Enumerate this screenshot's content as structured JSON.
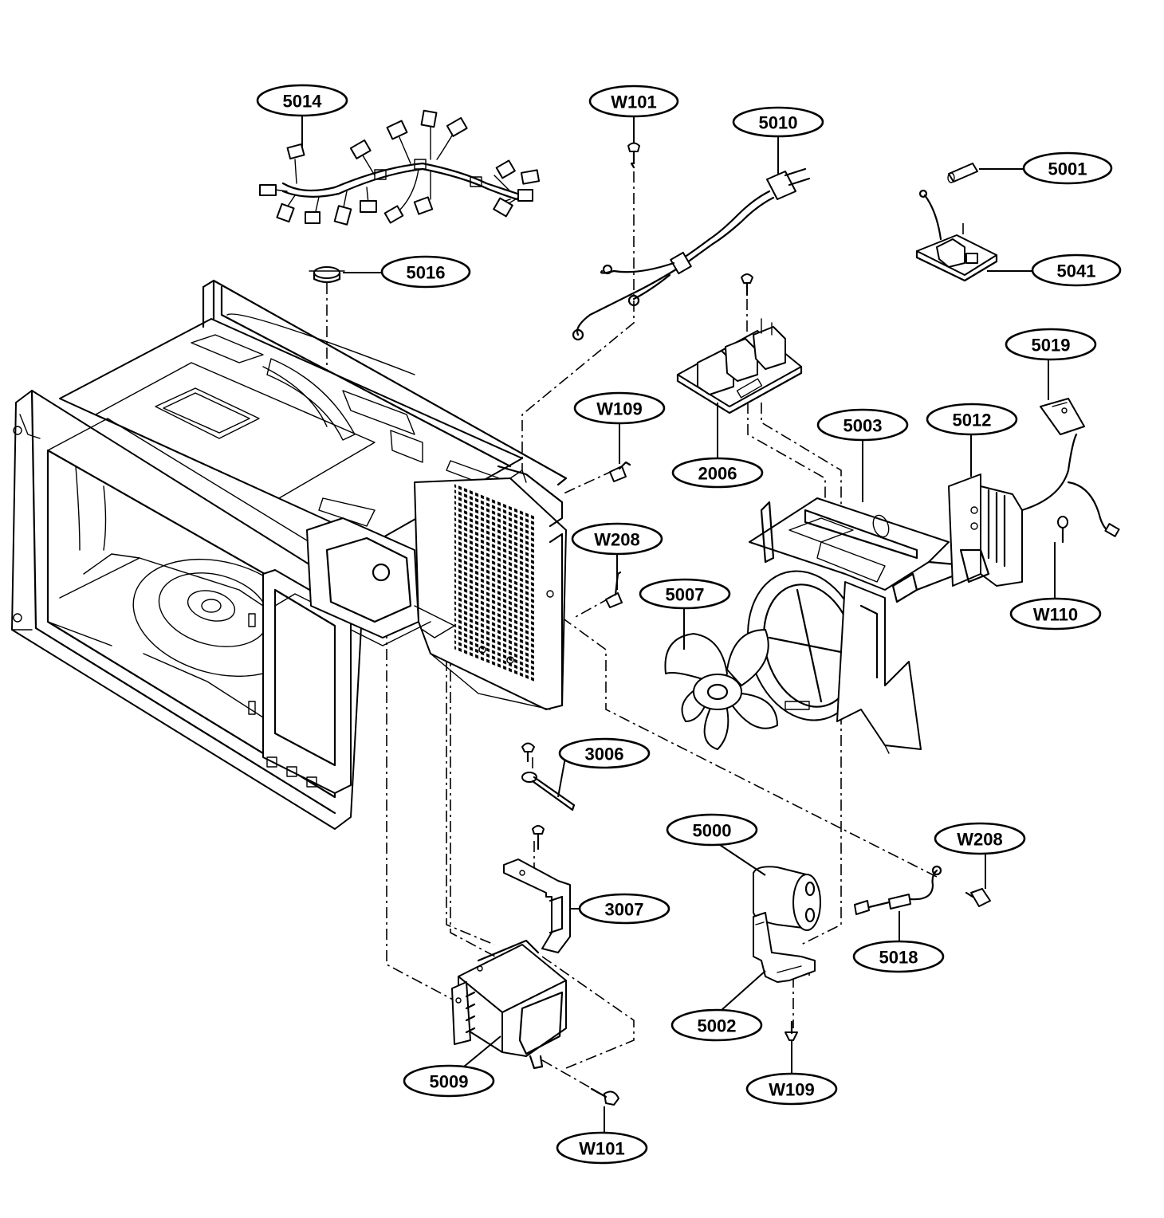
{
  "callouts": [
    {
      "id": "c5014",
      "label": "5014"
    },
    {
      "id": "cW101a",
      "label": "W101"
    },
    {
      "id": "c5010",
      "label": "5010"
    },
    {
      "id": "c5001",
      "label": "5001"
    },
    {
      "id": "c5016",
      "label": "5016"
    },
    {
      "id": "c5041",
      "label": "5041"
    },
    {
      "id": "c5019",
      "label": "5019"
    },
    {
      "id": "cW109a",
      "label": "W109"
    },
    {
      "id": "c5003",
      "label": "5003"
    },
    {
      "id": "c5012",
      "label": "5012"
    },
    {
      "id": "c2006",
      "label": "2006"
    },
    {
      "id": "cW208a",
      "label": "W208"
    },
    {
      "id": "c5007",
      "label": "5007"
    },
    {
      "id": "cW110",
      "label": "W110"
    },
    {
      "id": "c3006",
      "label": "3006"
    },
    {
      "id": "c5000",
      "label": "5000"
    },
    {
      "id": "cW208b",
      "label": "W208"
    },
    {
      "id": "c3007",
      "label": "3007"
    },
    {
      "id": "c5018",
      "label": "5018"
    },
    {
      "id": "c5002",
      "label": "5002"
    },
    {
      "id": "c5009",
      "label": "5009"
    },
    {
      "id": "cW109b",
      "label": "W109"
    },
    {
      "id": "cW101b",
      "label": "W101"
    }
  ]
}
